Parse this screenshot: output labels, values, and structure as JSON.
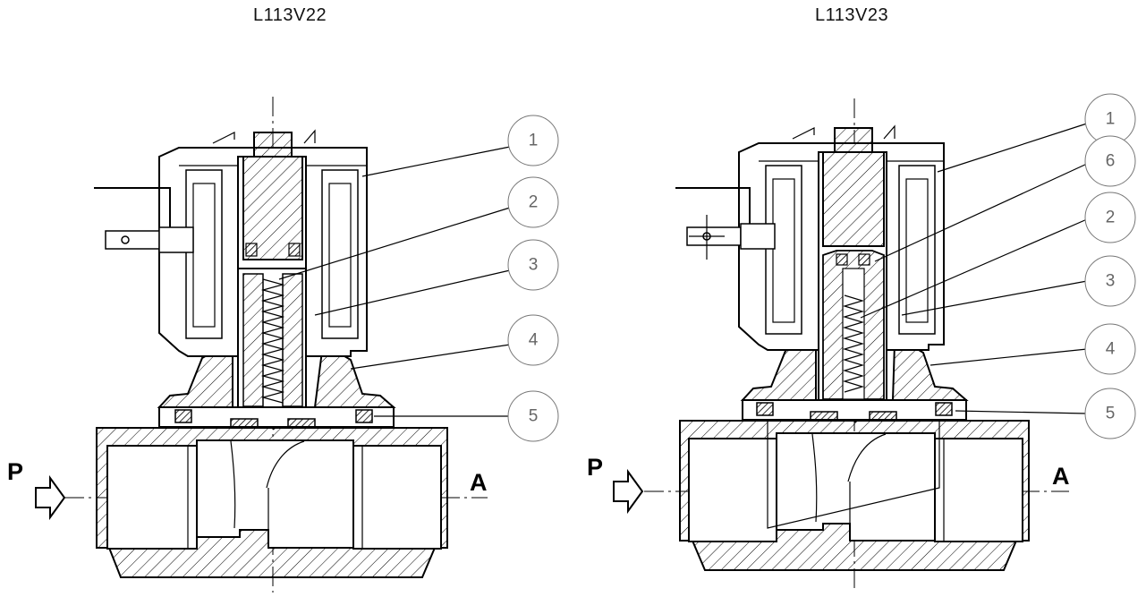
{
  "titles": {
    "left": "L113V22",
    "right": "L113V23"
  },
  "flow": {
    "inlet": "P",
    "outlet": "A"
  },
  "left_callouts": [
    "1",
    "2",
    "3",
    "4",
    "5"
  ],
  "right_callouts": [
    "1",
    "6",
    "2",
    "3",
    "4",
    "5"
  ]
}
